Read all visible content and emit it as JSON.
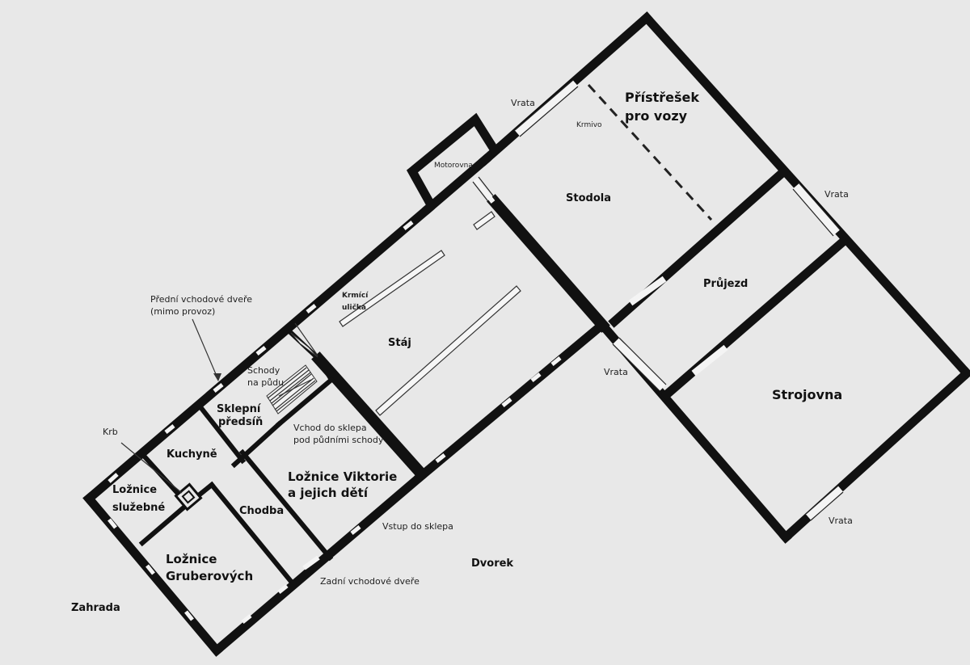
{
  "labels": {
    "vrata_top": "Vrata",
    "vrata_right": "Vrata",
    "vrata_mid": "Vrata",
    "vrata_bottom": "Vrata",
    "pristresek_1": "Přístřešek",
    "pristresek_2": "pro vozy",
    "krmivo": "Krmivo",
    "motorovna": "Motorovna",
    "stodola": "Stodola",
    "prujezd": "Průjezd",
    "strojovna": "Strojovna",
    "staj": "Stáj",
    "krmici_1": "Krmící",
    "krmici_2": "ulička",
    "predni_dvere_1": "Přední vchodové dveře",
    "predni_dvere_2": "(mimo provoz)",
    "schody_1": "Schody",
    "schody_2": "na půdu",
    "sklepni_1": "Sklepní",
    "sklepni_2": "předsíň",
    "vchod_sklep_1": "Vchod do sklepa",
    "vchod_sklep_2": "pod půdními schody",
    "krb": "Krb",
    "kuchyne": "Kuchyně",
    "loznice_viktorie_1": "Ložnice Viktorie",
    "loznice_viktorie_2": "a jejich dětí",
    "loznice_sluzebne_1": "Ložnice",
    "loznice_sluzebne_2": "služebné",
    "chodba": "Chodba",
    "loznice_gruber_1": "Ložnice",
    "loznice_gruber_2": "Gruberových",
    "vstup_sklep": "Vstup do sklepa",
    "zadni_dvere": "Zadní vchodové dveře",
    "dvorek": "Dvorek",
    "zahrada": "Zahrada"
  }
}
